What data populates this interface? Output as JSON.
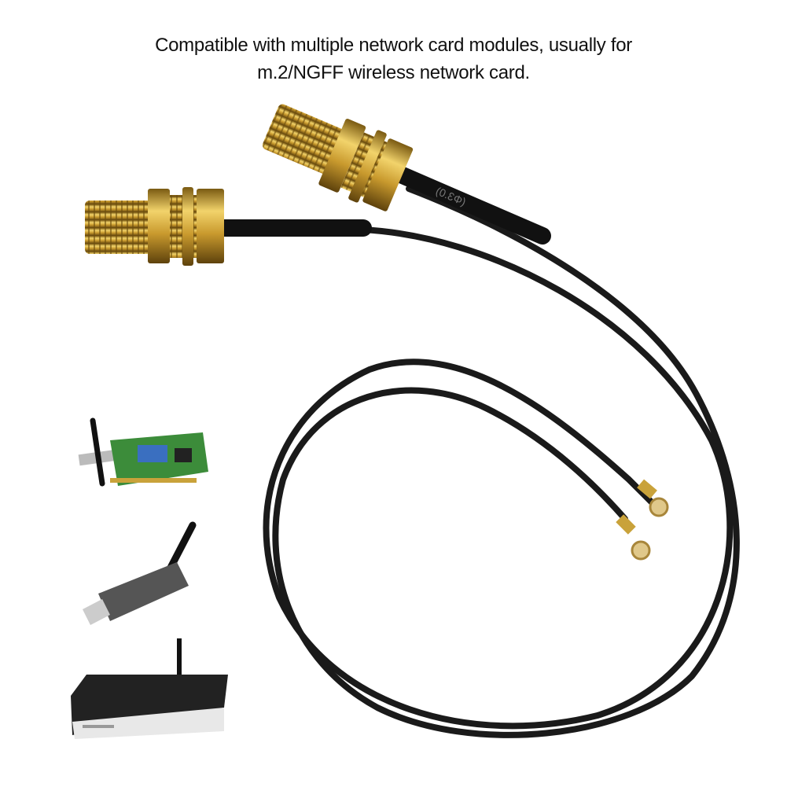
{
  "caption": {
    "line1": "Compatible with multiple network card modules, usually for",
    "line2": "m.2/NGFF wireless network card."
  },
  "product": {
    "cable_marking": "(Φ3.0)",
    "connector_color": "#c9a23a",
    "cable_color": "#1a1a1a"
  },
  "icons": [
    "pci-wifi-card-icon",
    "usb-wifi-adapter-icon",
    "wireless-router-icon"
  ]
}
